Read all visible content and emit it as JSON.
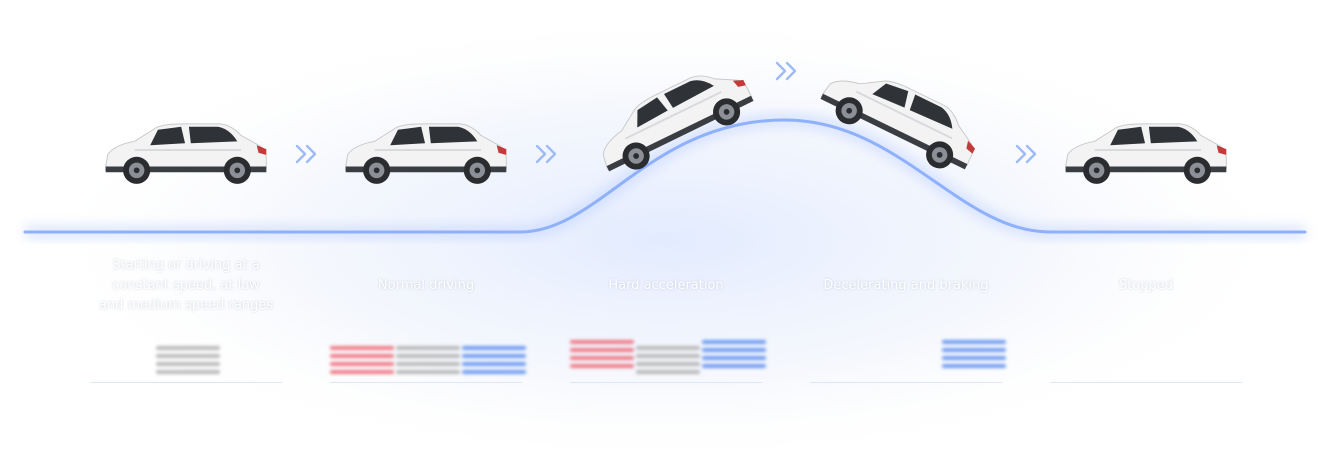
{
  "stages": [
    {
      "label": "Starting or driving at a constant speed, at low and medium speed ranges",
      "bars": [
        {
          "color": "#b8b8b8",
          "caption": ""
        }
      ]
    },
    {
      "label": "Normal driving",
      "bars": [
        {
          "color": "#f07a86",
          "caption": ""
        },
        {
          "color": "#b8b8b8",
          "caption": ""
        },
        {
          "color": "#6f9bf2",
          "caption": ""
        }
      ]
    },
    {
      "label": "Hard acceleration",
      "bars": [
        {
          "color": "#f07a86",
          "caption": ""
        },
        {
          "color": "#b8b8b8",
          "caption": ""
        },
        {
          "color": "#6f9bf2",
          "caption": ""
        }
      ]
    },
    {
      "label": "Decelerating and braking",
      "bars": [
        {
          "color": "#6f9bf2",
          "caption": ""
        }
      ]
    },
    {
      "label": "Stopped",
      "bars": []
    }
  ],
  "colors": {
    "road": "#8fb1fb",
    "glow": "#dbe6ff",
    "accent_red": "#f07a86",
    "accent_grey": "#b8b8b8",
    "accent_blue": "#6f9bf2"
  },
  "icons": [
    "double-chevron-right-icon",
    "car-image"
  ]
}
